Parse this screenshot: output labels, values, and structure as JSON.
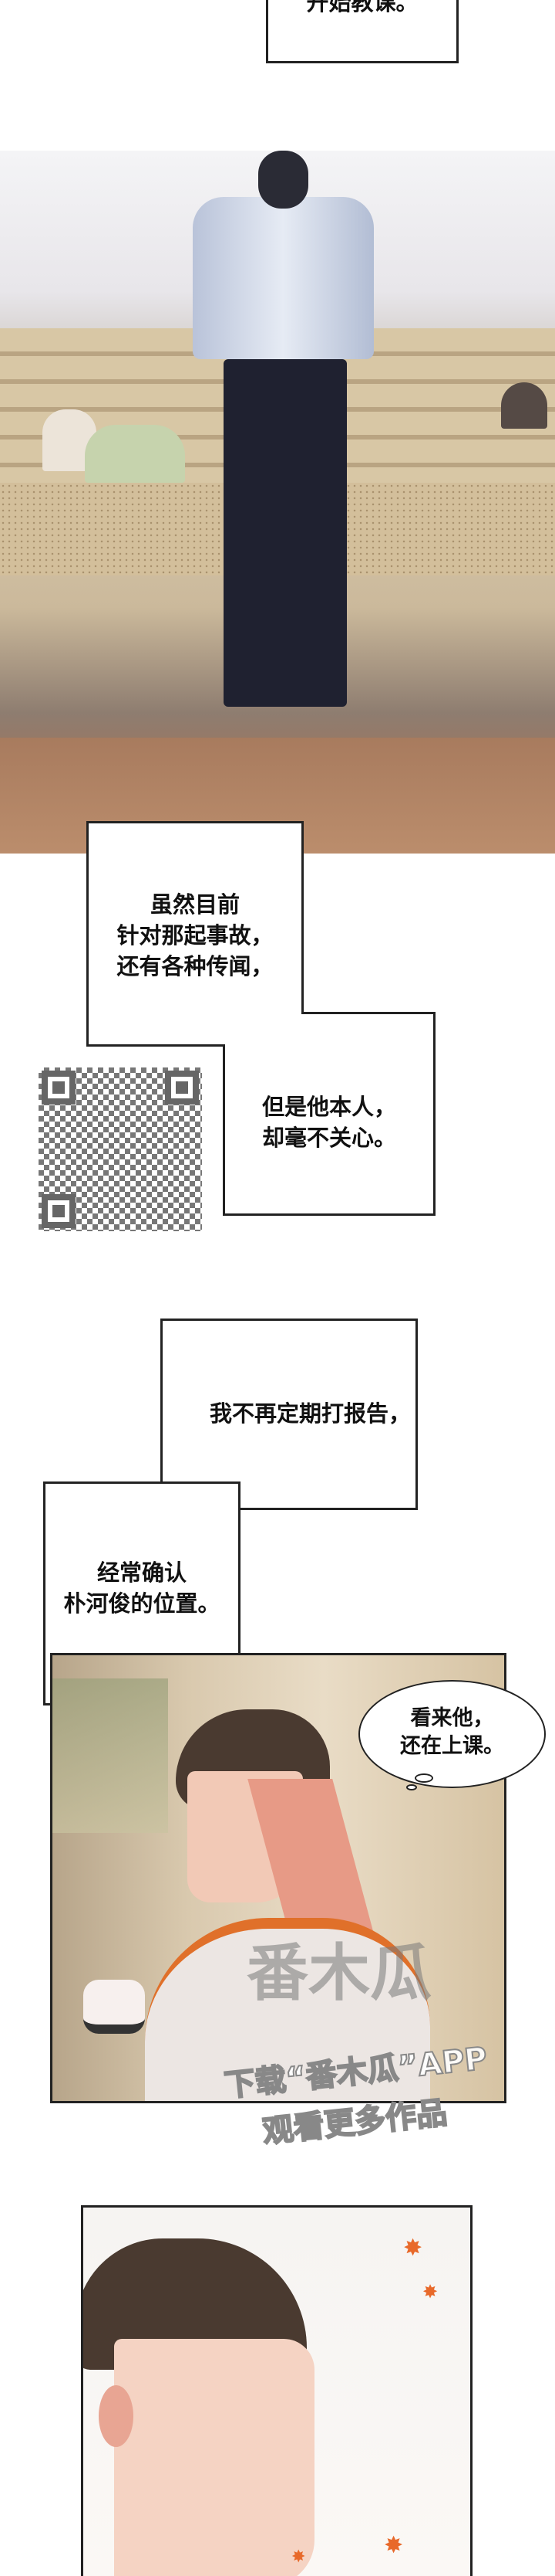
{
  "captions": {
    "top": "开始教课。",
    "c1_lines": [
      "虽然目前",
      "针对那起事故，",
      "还有各种传闻，"
    ],
    "c2_lines": [
      "但是他本人，",
      "却毫不关心。"
    ],
    "c3": "我不再定期打报告，",
    "c4_lines": [
      "经常确认",
      "朴河俊的位置。"
    ]
  },
  "thought_bubble": {
    "lines": [
      "看来他，",
      "还在上课。"
    ]
  },
  "watermark": {
    "logo": "番木瓜",
    "line1": "下载“番木瓜”APP",
    "line2": "观看更多作品"
  },
  "colors": {
    "hair": "#4a3a30",
    "skin": "#f2c9b6",
    "orange": "#e0702a",
    "leaf": "#e8692a"
  }
}
